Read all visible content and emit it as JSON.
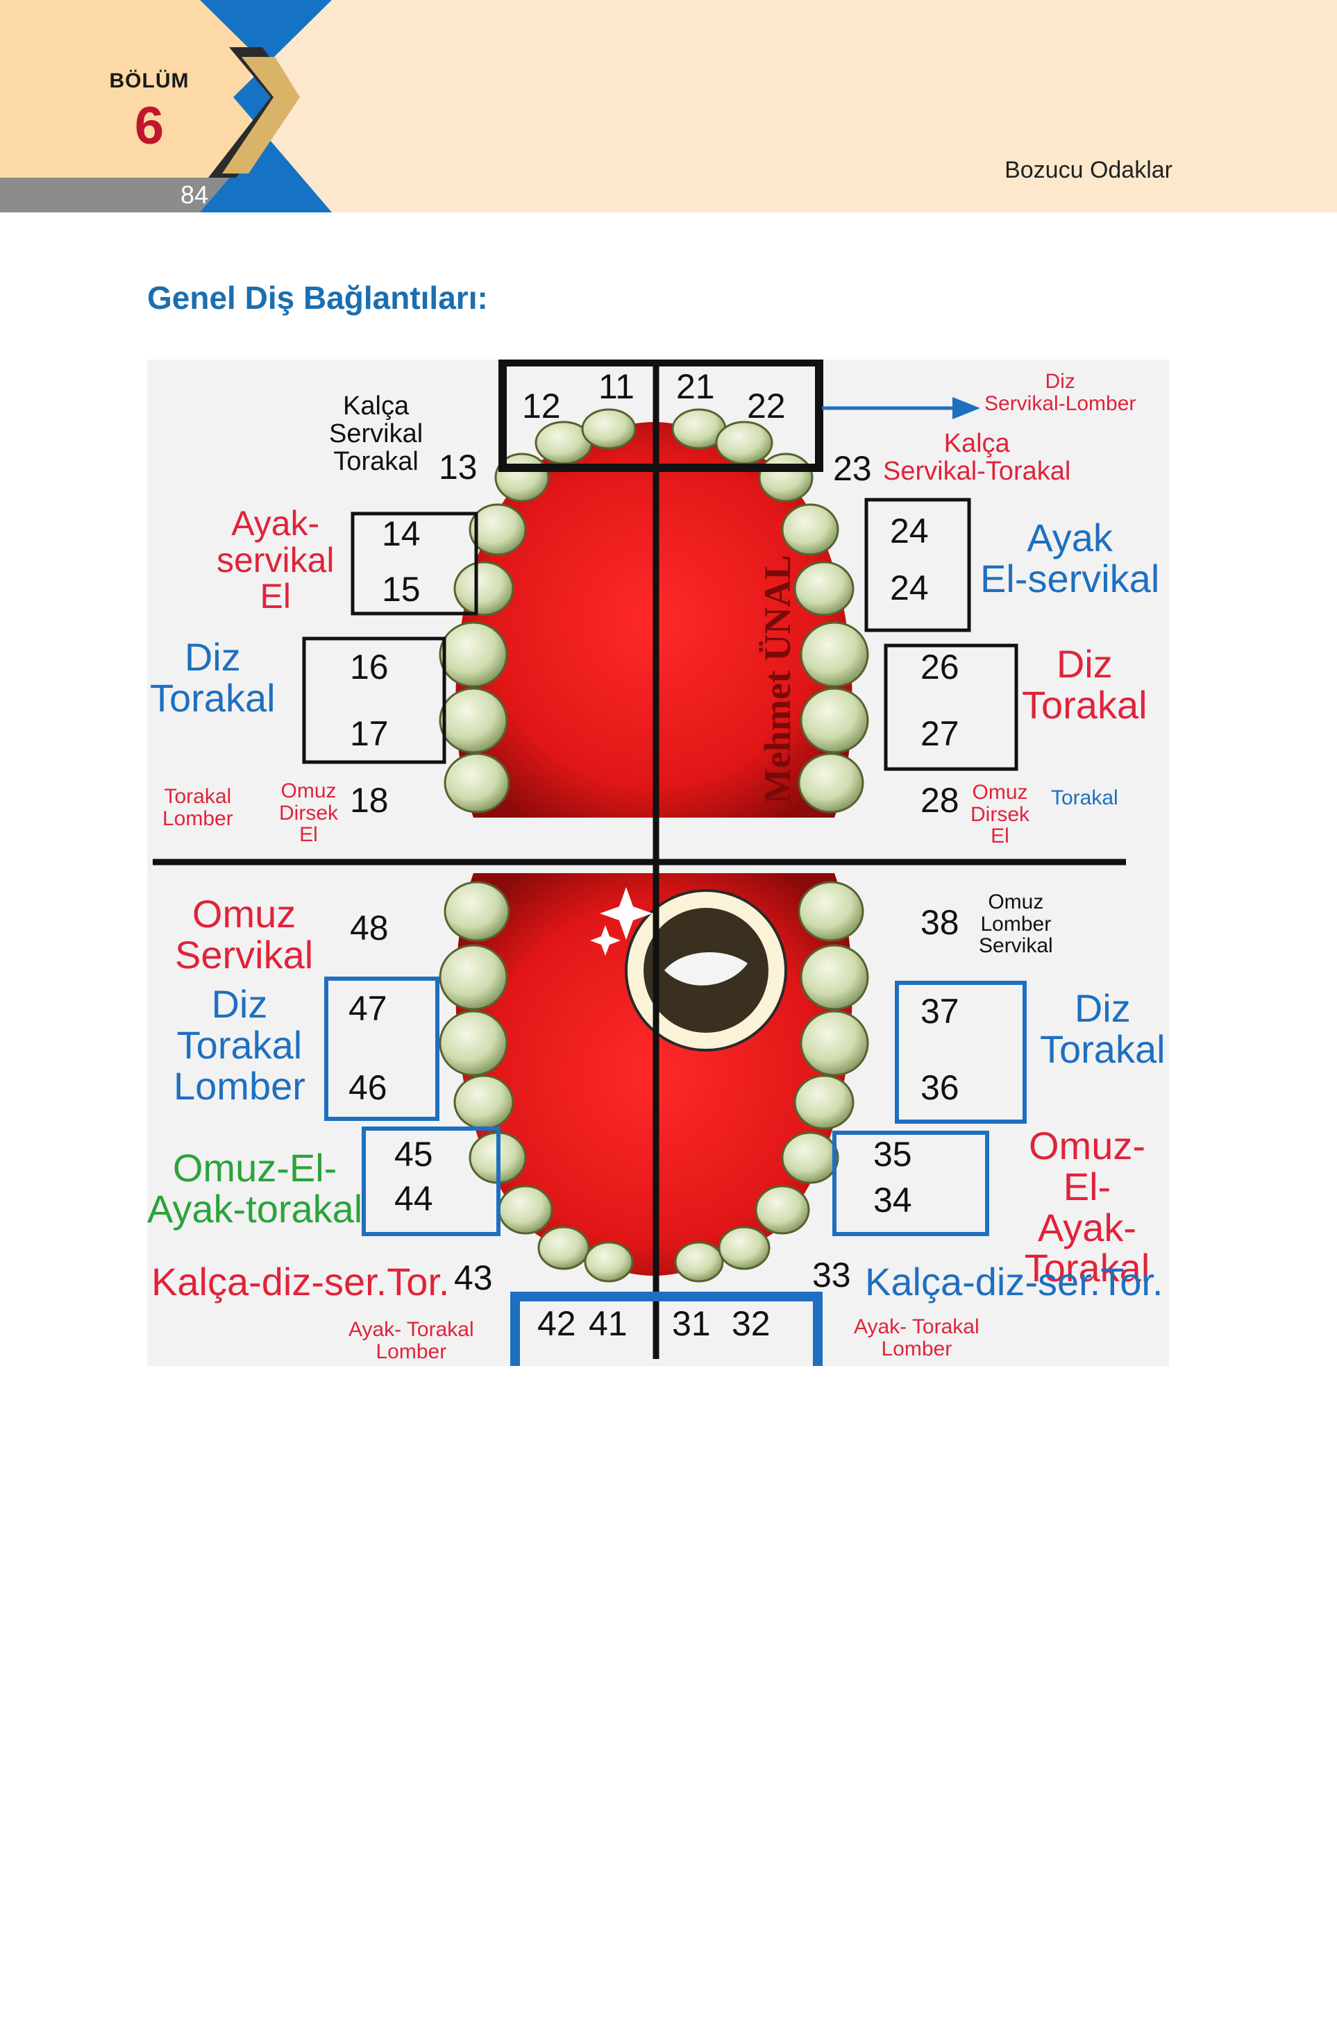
{
  "header": {
    "chapter_label": "BÖLÜM",
    "chapter_number": "6",
    "page_number": "84",
    "running_title": "Bozucu Odaklar"
  },
  "section_title": "Genel Diş Bağlantıları:",
  "colors": {
    "accent_red": "#e0233a",
    "accent_blue": "#1e6fc0",
    "accent_green": "#2aa33a",
    "header_band": "#fde8ce",
    "header_blue": "#1673c4",
    "header_gold": "#d9b367"
  },
  "diagram": {
    "teeth": {
      "t11": "11",
      "t12": "12",
      "t13": "13",
      "t14": "14",
      "t15": "15",
      "t16": "16",
      "t17": "17",
      "t18": "18",
      "t21": "21",
      "t22": "22",
      "t23": "23",
      "t24a": "24",
      "t24b": "24",
      "t26": "26",
      "t27": "27",
      "t28": "28",
      "t31": "31",
      "t32": "32",
      "t33": "33",
      "t34": "34",
      "t35": "35",
      "t36": "36",
      "t37": "37",
      "t38": "38",
      "t41": "41",
      "t42": "42",
      "t43": "43",
      "t44": "44",
      "t45": "45",
      "t46": "46",
      "t47": "47",
      "t48": "48"
    },
    "labels": {
      "kalca_servikal_torakal": "Kalça\nServikal\nTorakal",
      "ayak_servikal_el": "Ayak-\nservikal\nEl",
      "diz_torakal_left": "Diz\nTorakal",
      "torakal_lomber": "Torakal\nLomber",
      "omuz_dirsek_el_left": "Omuz\nDirsek\nEl",
      "diz_servikal_lomber": "Diz\nServikal-Lomber",
      "kalca_servikal_torakal_right": "Kalça\nServikal-Torakal",
      "ayak_el_servikal": "Ayak\nEl-servikal",
      "diz_torakal_right": "Diz\nTorakal",
      "omuz_dirsek_el_right": "Omuz\nDirsek\nEl",
      "torakal_right": "Torakal",
      "omuz_servikal": "Omuz\nServikal",
      "diz_torakal_lomber": "Diz\nTorakal\nLomber",
      "omuz_el_ayak_torakal_left": "Omuz-El-\nAyak-torakal",
      "kalca_diz_ser_tor_left": "Kalça-diz-ser.Tor.",
      "ayak_torakal_lomber_left": "Ayak- Torakal\nLomber",
      "omuz_lomber_servikal": "Omuz\nLomber\nServikal",
      "diz_torakal_lower_right": "Diz\nTorakal",
      "omuz_el_ayak_torakal_right": "Omuz-El-\nAyak-\nTorakal",
      "kalca_diz_ser_tor_right": "Kalça-diz-ser.Tor.",
      "ayak_torakal_lomber_right": "Ayak- Torakal\nLomber"
    },
    "watermark": "Mehmet ÜNAL"
  }
}
